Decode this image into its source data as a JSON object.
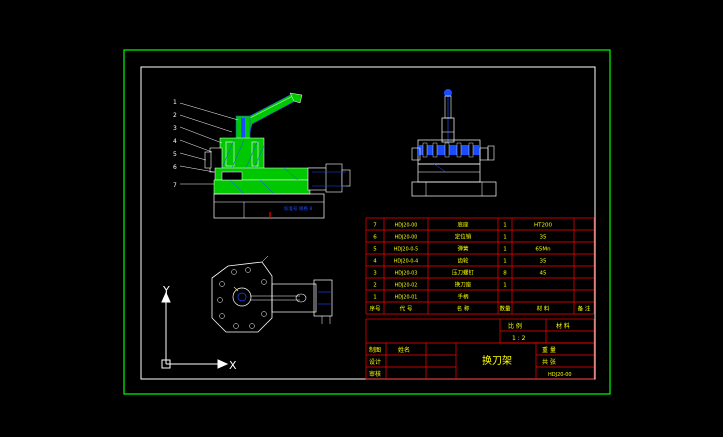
{
  "colors": {
    "background": "#000000",
    "outer_border": "#00ff00",
    "inner_border": "#ffffff",
    "table_line": "#ff0000",
    "table_text": "#ffff00",
    "part_green": "#00c800",
    "part_blue": "#1a4cff",
    "part_white": "#ffffff",
    "leader_yellow": "#ffff00"
  },
  "callouts": [
    "1",
    "2",
    "3",
    "4",
    "5",
    "6",
    "7"
  ],
  "ucs": {
    "x_label": "X",
    "y_label": "Y"
  },
  "dimension_note": "标准号 规格 8",
  "bom": {
    "rows": [
      {
        "no": "7",
        "code": "HDJ20-00",
        "name": "底座",
        "qty": "1",
        "material": "HT200",
        "note": ""
      },
      {
        "no": "6",
        "code": "HDJ20-00",
        "name": "定位销",
        "qty": "1",
        "material": "35",
        "note": ""
      },
      {
        "no": "5",
        "code": "HDJ20-0-5",
        "name": "弹簧",
        "qty": "1",
        "material": "65Mn",
        "note": ""
      },
      {
        "no": "4",
        "code": "HDJ20-0-4",
        "name": "齿轮",
        "qty": "1",
        "material": "35",
        "note": ""
      },
      {
        "no": "3",
        "code": "HDJ20-03",
        "name": "压刀螺钉",
        "qty": "8",
        "material": "45",
        "note": ""
      },
      {
        "no": "2",
        "code": "HDJ20-02",
        "name": "换刀座",
        "qty": "1",
        "material": "",
        "note": ""
      },
      {
        "no": "1",
        "code": "HDJ20-01",
        "name": "手柄",
        "qty": "",
        "material": "",
        "note": ""
      }
    ],
    "header": {
      "no": "序号",
      "code": "代 号",
      "name": "名 称",
      "qty": "数量",
      "material": "材 料",
      "note": "备 注"
    }
  },
  "title_block": {
    "ratio_label": "比 例",
    "material_label": "材 料",
    "ratio_value": "1 : 2",
    "drawn_label": "制图",
    "drawn_value": "姓名",
    "design_label": "设计",
    "check_label": "审核",
    "drawing_title": "换刀架",
    "weight_label": "重 量",
    "sheet_label": "共 张",
    "drawing_no": "HDJ20-00"
  }
}
